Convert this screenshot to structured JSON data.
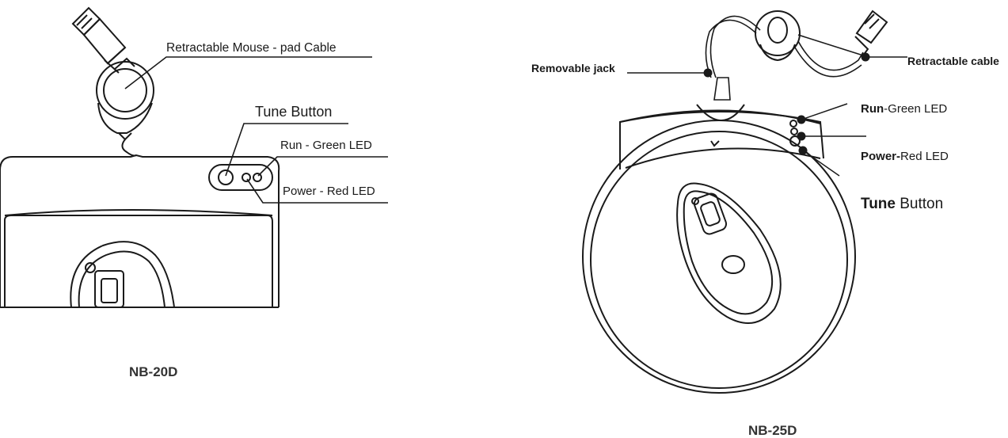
{
  "left": {
    "retractable_label": "Retractable Mouse - pad Cable",
    "tune_label": "Tune Button",
    "run_label": "Run - Green LED",
    "power_label": "Power - Red LED",
    "model": "NB-20D"
  },
  "right": {
    "jack_label": "Removable jack",
    "cable_label": "Retractable cable",
    "run_bold": "Run",
    "run_rest": "-Green LED",
    "power_bold": "Power-",
    "power_rest": "Red LED",
    "tune_bold": "Tune",
    "tune_rest": " Button",
    "model": "NB-25D"
  }
}
